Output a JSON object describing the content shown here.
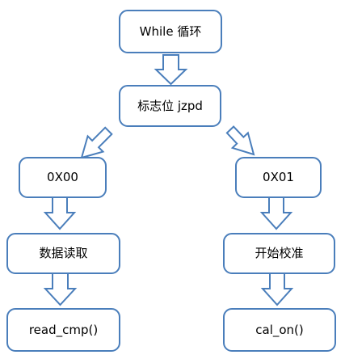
{
  "nodes": {
    "while_loop": "While 循环",
    "flag": "标志位 jzpd",
    "case_0x00": "0X00",
    "case_0x01": "0X01",
    "read_data": "数据读取",
    "start_calibration": "开始校准",
    "read_cmp": "read_cmp()",
    "cal_on": "cal_on()"
  },
  "colors": {
    "border": "#4a7ebb",
    "fill": "#ffffff",
    "text": "#000000"
  }
}
